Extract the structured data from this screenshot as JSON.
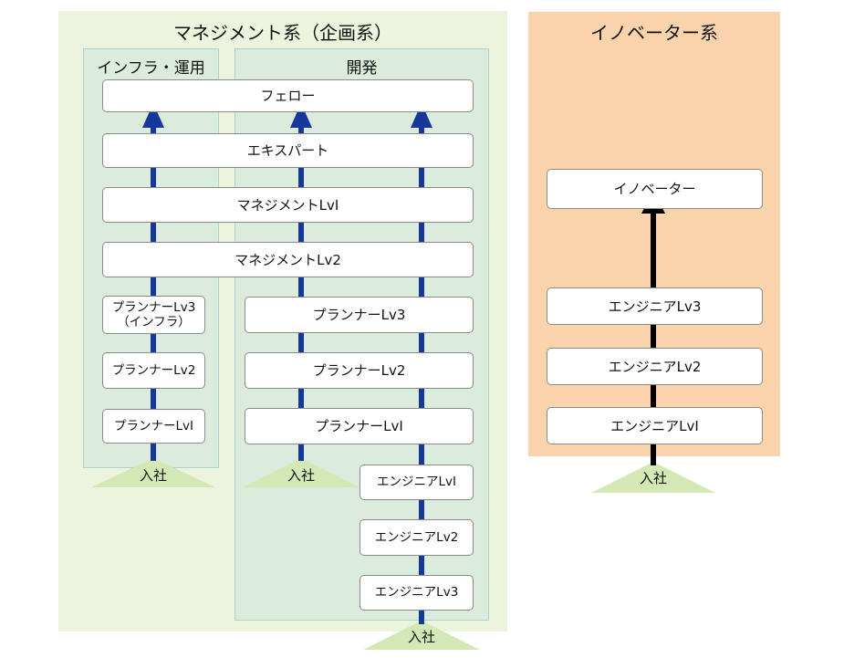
{
  "management": {
    "title": "マネジメント系（企画系）",
    "infra_title": "インフラ・運用",
    "dev_title": "開発",
    "fellow": "フェロー",
    "expert": "エキスパート",
    "mgmt_lv1": "マネジメントLvⅠ",
    "mgmt_lv2": "マネジメントLv2",
    "infra_planner_lv3_line1": "プランナーLv3",
    "infra_planner_lv3_line2": "（インフラ）",
    "infra_planner_lv2": "プランナーLv2",
    "infra_planner_lv1": "プランナーLvⅠ",
    "dev_planner_lv3": "プランナーLv3",
    "dev_planner_lv2": "プランナーLv2",
    "dev_planner_lv1": "プランナーLvⅠ",
    "dev_engineer_lv1": "エンジニアLvⅠ",
    "dev_engineer_lv2": "エンジニアLv2",
    "dev_engineer_lv3": "エンジニアLv3"
  },
  "innovator": {
    "title": "イノベーター系",
    "innovator": "イノベーター",
    "engineer_lv3": "エンジニアLv3",
    "engineer_lv2": "エンジニアLv2",
    "engineer_lv1": "エンジニアLvⅠ"
  },
  "entry": {
    "label": "入社"
  },
  "colors": {
    "mgmt_panel": "#ecf4dd",
    "innovator_panel": "#f9d3ab",
    "sub_panel": "#dcecdc",
    "sub_border": "#a9d3d1",
    "blue_arrow": "#16389a",
    "black_arrow": "#000000",
    "entry_triangle": "#d3e8b4"
  }
}
